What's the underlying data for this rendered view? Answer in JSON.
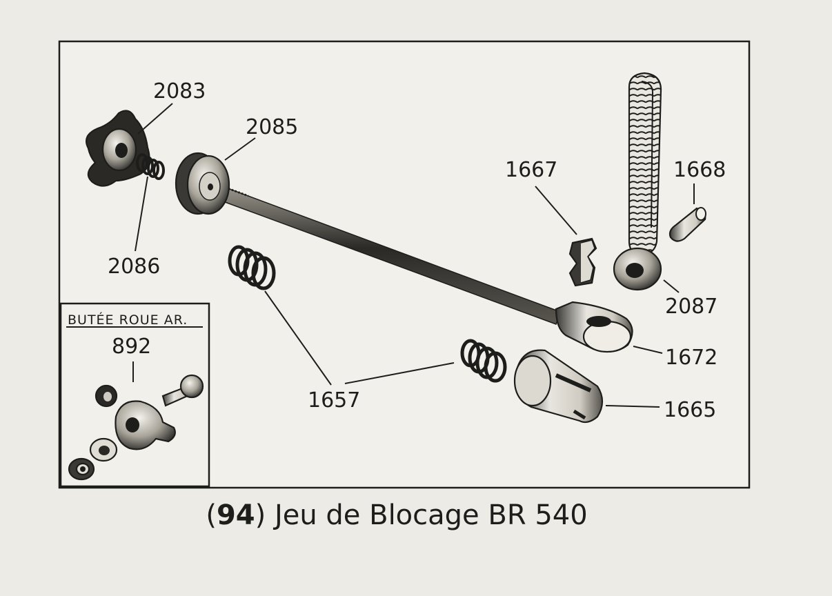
{
  "inset": {
    "title": "BUTÉE ROUE AR.",
    "part_number": "892"
  },
  "labels": {
    "p2083": "2083",
    "p2085": "2085",
    "p2086": "2086",
    "p1667": "1667",
    "p1668": "1668",
    "p2087": "2087",
    "p1672": "1672",
    "p1657": "1657",
    "p1665": "1665"
  },
  "caption": {
    "open": "(",
    "number": "94",
    "close": ")",
    "text": "Jeu de Blocage BR 540"
  }
}
